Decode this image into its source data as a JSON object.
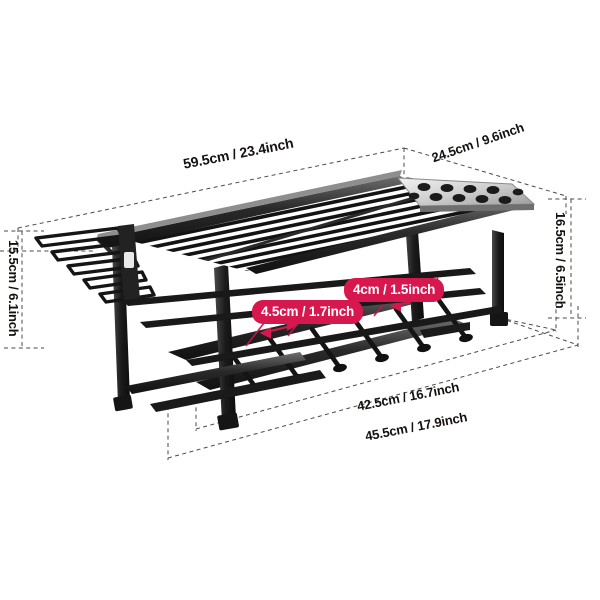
{
  "image": {
    "kind": "product-dimension-diagram",
    "subject": "black metal wall mount power tool organizer rack",
    "background_color": "#ffffff",
    "line_color": "#1a1a1a",
    "metal_color": "#1c1c1c",
    "badge_color": "#d7184f",
    "badge_text_color": "#ffffff",
    "guide_style": "dashed"
  },
  "dimensions": {
    "top_width": {
      "label": "59.5cm / 23.4inch",
      "axis": "width",
      "position": "top-left",
      "font_size": 14,
      "rotation": -11
    },
    "top_depth": {
      "label": "24.5cm / 9.6inch",
      "axis": "depth",
      "position": "top-right",
      "font_size": 13,
      "rotation": -20
    },
    "right_height": {
      "label": "16.5cm / 6.5inch",
      "axis": "height",
      "position": "right",
      "font_size": 13,
      "rotation": 90
    },
    "left_height": {
      "label": "15.5cm / 6.1inch",
      "axis": "height",
      "position": "left",
      "font_size": 13,
      "rotation": 90
    },
    "bottom_inner_depth": {
      "label": "42.5cm / 16.7inch",
      "axis": "depth",
      "position": "bottom-inner",
      "font_size": 13,
      "rotation": -11
    },
    "bottom_outer_depth": {
      "label": "45.5cm / 17.9inch",
      "axis": "depth",
      "position": "bottom-outer",
      "font_size": 13,
      "rotation": -11
    }
  },
  "badges": {
    "slot_upper": {
      "label": "4cm / 1.5inch",
      "describes": "upper tool slot spacing"
    },
    "slot_lower": {
      "label": "4.5cm / 1.7inch",
      "describes": "lower tool slot spacing"
    }
  },
  "product_parts": {
    "top_shelf": "slatted top shelf",
    "perforated_plate": "perforated plate with round tool holes",
    "side_hooks": "u-shaped wire hanging hooks",
    "lower_rack": "lower comb divider rack",
    "legs": "vertical support legs with end caps"
  }
}
